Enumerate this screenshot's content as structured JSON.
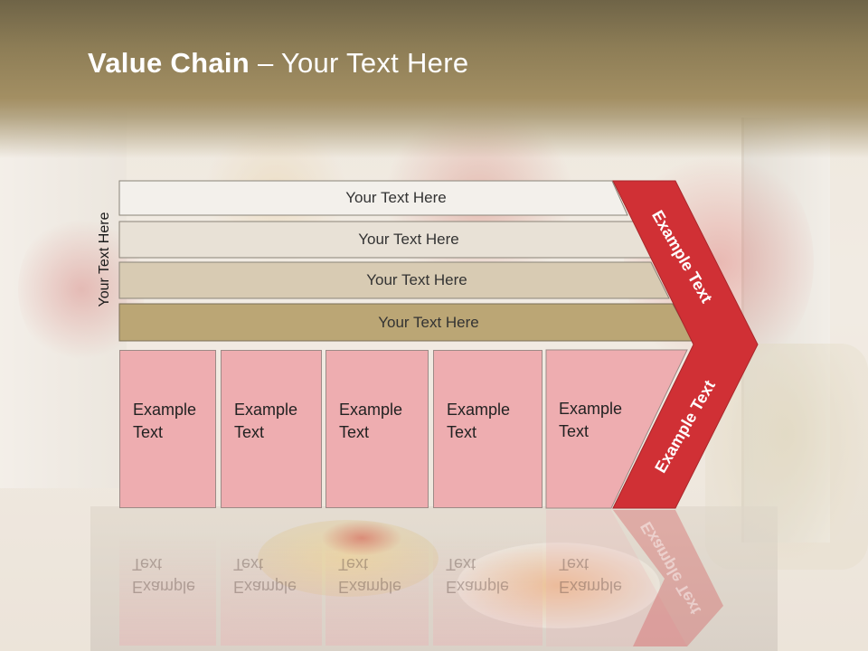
{
  "slide": {
    "title_bold": "Value Chain",
    "title_rest": " – Your Text Here",
    "side_label": "Your Text Here",
    "bars": [
      {
        "label": "Your Text Here"
      },
      {
        "label": "Your Text Here"
      },
      {
        "label": "Your Text Here"
      },
      {
        "label": "Your Text Here"
      }
    ],
    "boxes": [
      {
        "line1": "Example",
        "line2": "Text"
      },
      {
        "line1": "Example",
        "line2": "Text"
      },
      {
        "line1": "Example",
        "line2": "Text"
      },
      {
        "line1": "Example",
        "line2": "Text"
      },
      {
        "line1": "Example",
        "line2": "Text"
      }
    ],
    "arrow_top_text": "Example Text",
    "arrow_bottom_text": "Example Text"
  },
  "colors": {
    "header": "#a38f63",
    "bar1": "#f3f0eb",
    "bar2": "#e8e1d6",
    "bar3": "#d8cbb3",
    "bar4": "#bba675",
    "box": "#eeadb0",
    "arrow": "#d03035"
  }
}
